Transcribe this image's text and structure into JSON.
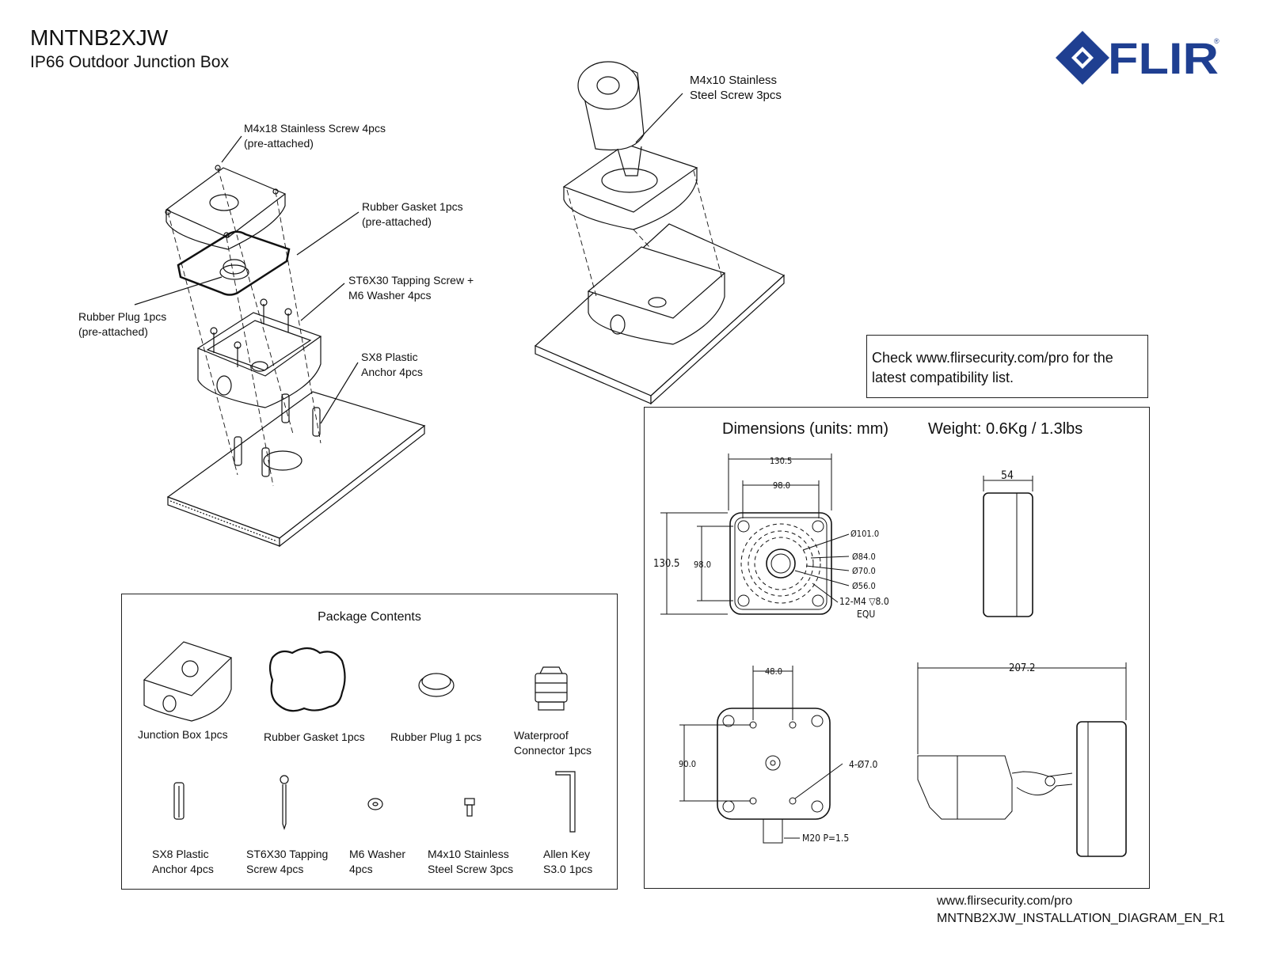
{
  "header": {
    "model": "MNTNB2XJW",
    "subtitle": "IP66 Outdoor Junction Box",
    "logo_text": "FLIR",
    "brand_color": "#1f3f91"
  },
  "callouts": {
    "m4x18": "M4x18 Stainless Screw  4pcs\n(pre-attached)",
    "gasket": "Rubber Gasket 1pcs\n(pre-attached)",
    "tapping": "ST6X30 Tapping Screw +\nM6 Washer 4pcs",
    "plug": "Rubber Plug 1pcs\n(pre-attached)",
    "anchor": "SX8 Plastic\nAnchor 4pcs",
    "m4x10": "M4x10 Stainless\nSteel Screw 3pcs"
  },
  "compatibility_note": "Check www.flirsecurity.com/pro for the\nlatest compatibility list.",
  "package": {
    "title": "Package Contents",
    "items": [
      {
        "label": "Junction Box  1pcs",
        "icon": "junction-box-icon"
      },
      {
        "label": "Rubber Gasket  1pcs",
        "icon": "rubber-gasket-icon"
      },
      {
        "label": "Rubber Plug  1 pcs",
        "icon": "rubber-plug-icon"
      },
      {
        "label": "Waterproof\nConnector  1pcs",
        "icon": "waterproof-connector-icon"
      },
      {
        "label": "SX8 Plastic\nAnchor 4pcs",
        "icon": "plastic-anchor-icon"
      },
      {
        "label": "ST6X30 Tapping\nScrew 4pcs",
        "icon": "tapping-screw-icon"
      },
      {
        "label": "M6 Washer\n4pcs",
        "icon": "washer-icon"
      },
      {
        "label": "M4x10 Stainless\nSteel Screw 3pcs",
        "icon": "stainless-screw-icon"
      },
      {
        "label": "Allen Key\nS3.0 1pcs",
        "icon": "allen-key-icon"
      }
    ]
  },
  "dimensions": {
    "title": "Dimensions (units: mm)",
    "weight": "Weight: 0.6Kg / 1.3lbs",
    "top_view": {
      "w_outer": "130.5",
      "w_inner": "98.0",
      "h_outer": "130.5",
      "h_inner": "98.0",
      "d1": "Ø101.0",
      "d2": "Ø84.0",
      "d3": "Ø70.0",
      "d4": "Ø56.0",
      "holes": "12-M4 ▽8.0",
      "equ": "EQU"
    },
    "side_view": {
      "depth": "54"
    },
    "bottom_view": {
      "w": "48.0",
      "h": "90.0",
      "holes": "4-Ø7.0",
      "thread": "M20  P=1.5"
    },
    "assembly_view": {
      "length": "207.2"
    }
  },
  "footer": {
    "url": "www.flirsecurity.com/pro",
    "doc_id": "MNTNB2XJW_INSTALLATION_DIAGRAM_EN_R1"
  }
}
